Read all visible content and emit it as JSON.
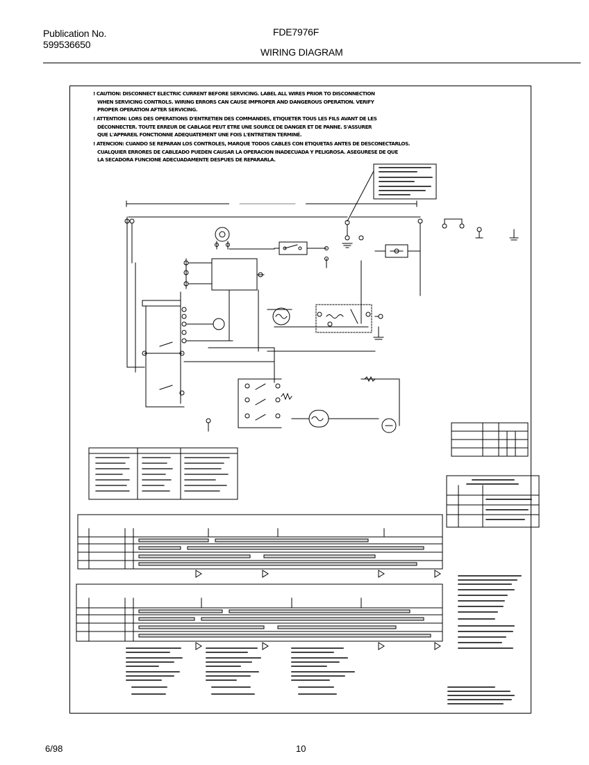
{
  "header": {
    "publication_label": "Publication No.",
    "publication_number": "599536650",
    "model": "FDE7976F",
    "title": "WIRING DIAGRAM"
  },
  "warnings": {
    "english": [
      "! CAUTION: DISCONNECT ELECTRIC CURRENT BEFORE SERVICING. LABEL ALL WIRES PRIOR TO DISCONNECTION",
      "WHEN SERVICING CONTROLS. WIRING ERRORS CAN CAUSE IMPROPER AND DANGEROUS OPERATION. VERIFY",
      "PROPER OPERATION AFTER SERVICING."
    ],
    "french": [
      "! ATTENTION: LORS DES OPERATIONS D'ENTRETIEN DES COMMANDES, ETIQUETER TOUS LES FILS AVANT DE LES",
      "DÉCONNECTER. TOUTE ERREUR DE CABLAGE PEUT ETRE UNE SOURCE DE DANGER ET DE PANNE. S'ASSURER",
      "QUE L'APPAREIL FONCTIONNE ADEQUATEMENT UNE FOIS L'ENTRETIEN TERMINÉ."
    ],
    "spanish": [
      "! ATENCION: CUANDO SE REPARAN LOS CONTROLES, MARQUE TODOS CABLES CON ETIQUETAS ANTES DE DESCONECTARLOS.",
      "CUALQUIER ERRORES DE CABLEADO PUEDEN CAUSAR LA OPERACION INADECUADA Y PELIGROSA. ASEGURESE DE QUE",
      "LA SECADORA FUNCIONE ADECUADAMENTE DESPUES DE REPARARLA."
    ]
  },
  "footer": {
    "date": "6/98",
    "page": "10"
  },
  "colors": {
    "ink": "#000000",
    "paper": "#ffffff",
    "table_shade": "#d8d8d8"
  }
}
